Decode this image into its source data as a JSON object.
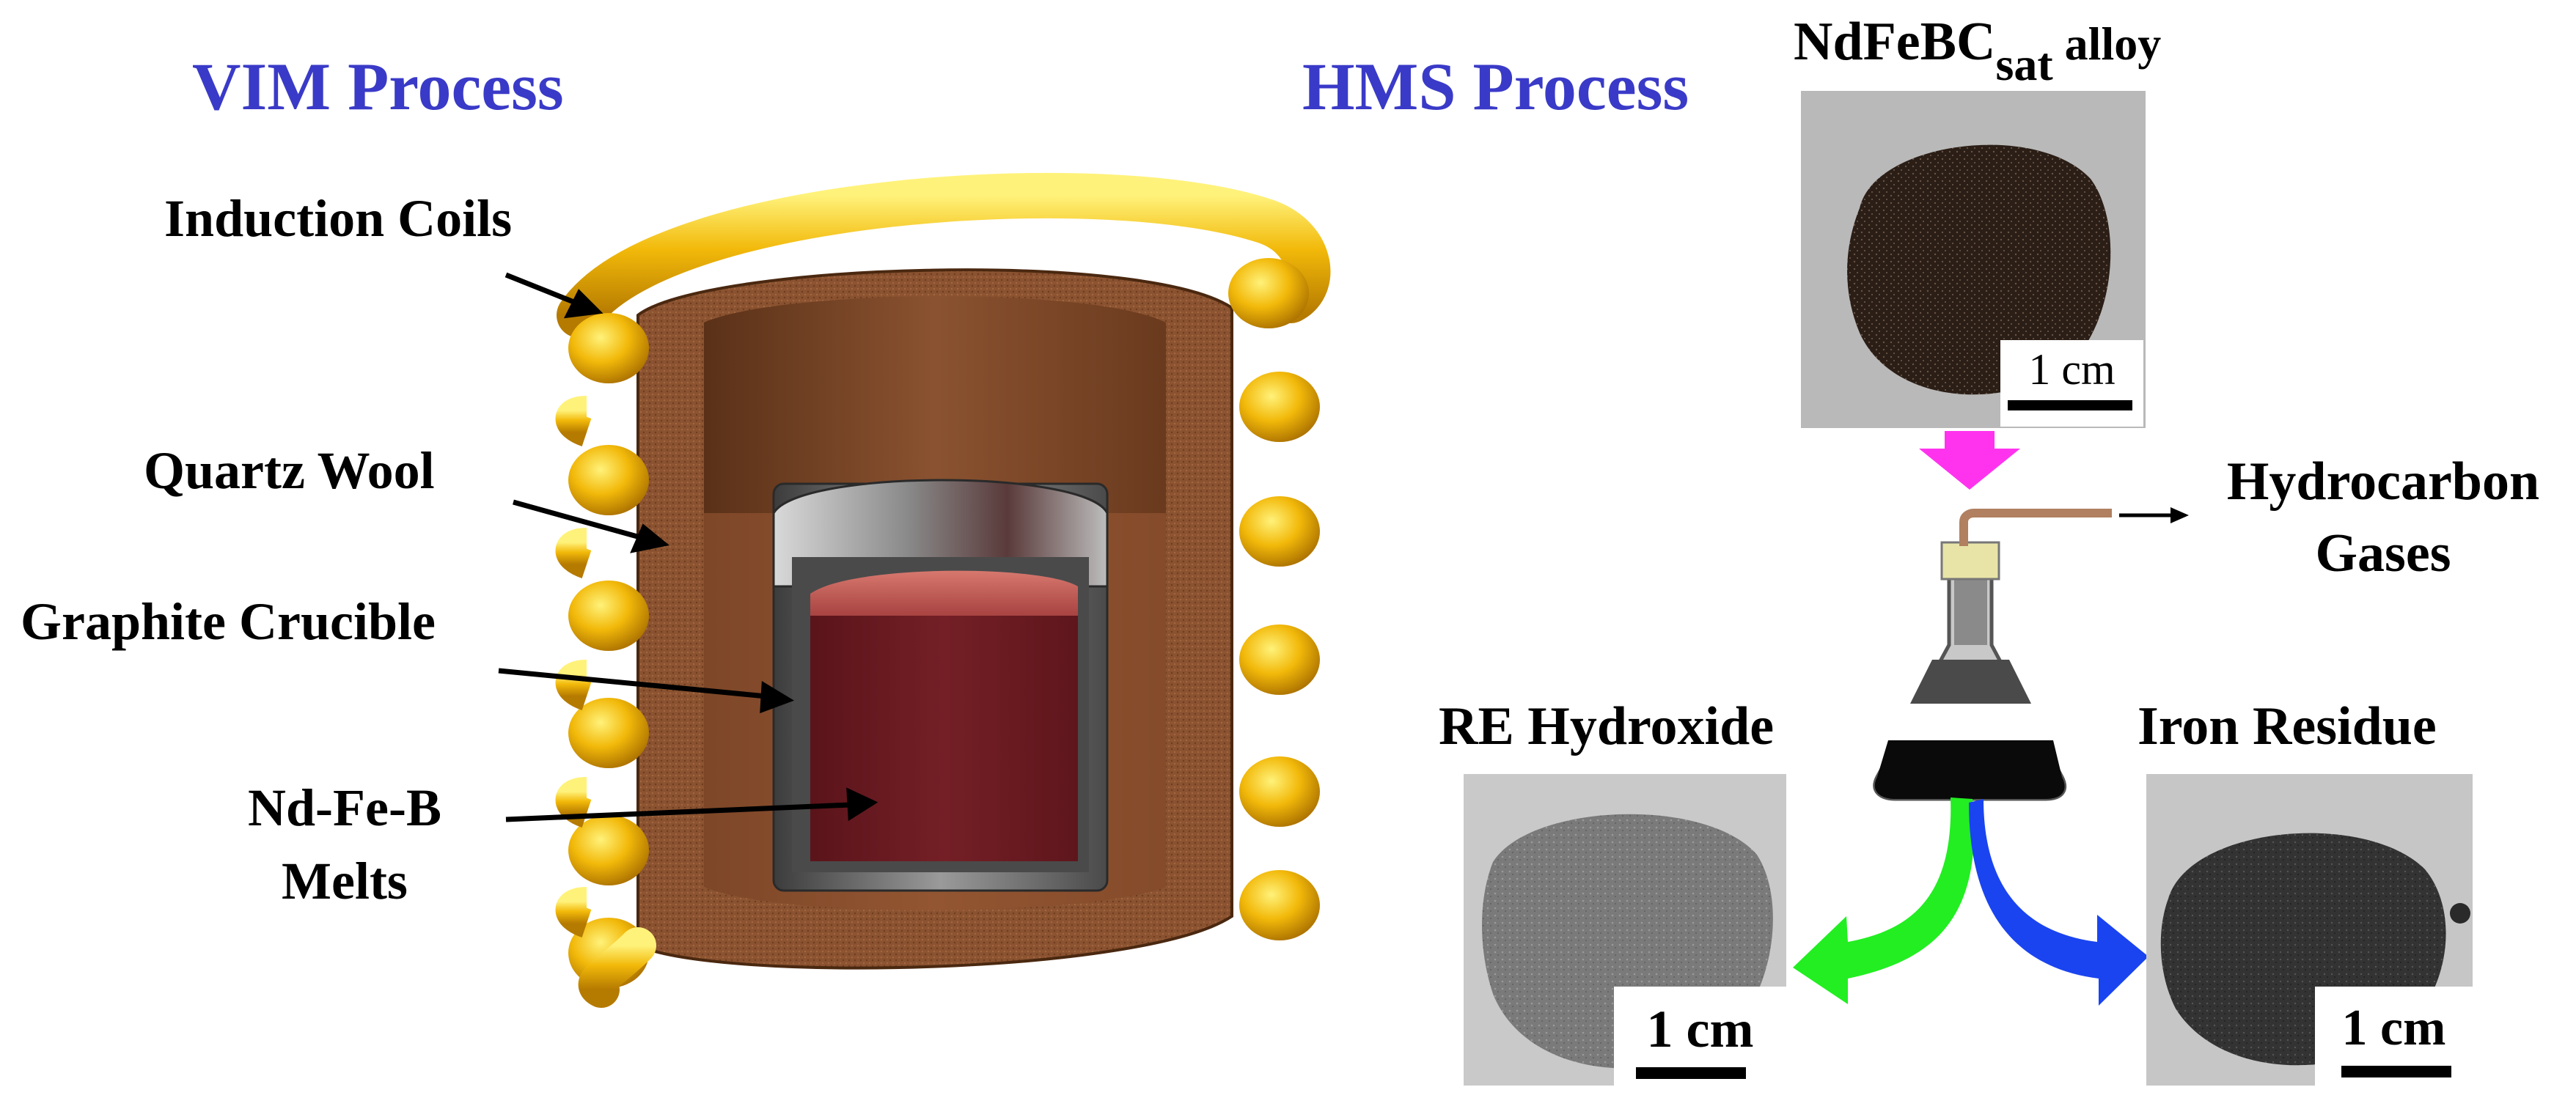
{
  "left_panel": {
    "title": "VIM Process",
    "labels": {
      "induction_coils": "Induction Coils",
      "quartz_wool": "Quartz Wool",
      "graphite_crucible": "Graphite Crucible",
      "melts_line1": "Nd-Fe-B",
      "melts_line2": "Melts"
    }
  },
  "right_panel": {
    "title": "HMS Process",
    "alloy_label_main": "NdFeBC",
    "alloy_label_sub": "sat",
    "alloy_label_tail": " alloy",
    "gas_line1": "Hydrocarbon",
    "gas_line2": "Gases",
    "re_hydroxide": "RE Hydroxide",
    "iron_residue": "Iron Residue",
    "scale_alloy": "1 cm",
    "scale_hydroxide": "1 cm",
    "scale_iron": "1 cm"
  },
  "colors": {
    "title_blue": "#3a3ac8",
    "coil_gold": "#f2b90a",
    "wool_brown": "#8a5230",
    "crucible_gray": "#6e6e6e",
    "melt_red": "#6e1e24",
    "arrow_down_magenta": "#ff33ee",
    "arrow_left_green": "#22ee22",
    "arrow_right_blue": "#1a44f0"
  }
}
